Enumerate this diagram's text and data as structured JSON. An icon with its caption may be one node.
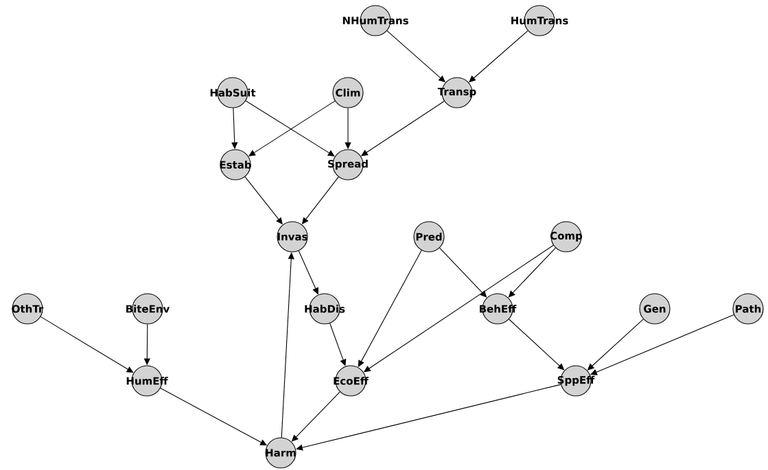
{
  "diagram": {
    "nodes": [
      {
        "text": [
          "NHumTrans"
        ]
      },
      {
        "text": [
          "HumTrans"
        ]
      },
      {
        "text": [
          "HabSuit"
        ]
      },
      {
        "text": [
          "Clim"
        ]
      },
      {
        "text": [
          "Transp"
        ]
      },
      {
        "text": [
          "Estab"
        ]
      },
      {
        "text": [
          "Spread"
        ]
      },
      {
        "text": [
          "Invas"
        ]
      },
      {
        "text": [
          "Pred"
        ]
      },
      {
        "text": [
          "Comp"
        ]
      },
      {
        "text": [
          "OthTr"
        ]
      },
      {
        "text": [
          "BiteEnv"
        ]
      },
      {
        "text": [
          "HabDis"
        ]
      },
      {
        "text": [
          "BehEff"
        ]
      },
      {
        "text": [
          "Gen"
        ]
      },
      {
        "text": [
          "Path"
        ]
      },
      {
        "text": [
          "HumEff"
        ]
      },
      {
        "text": [
          "EcoEff"
        ]
      },
      {
        "text": [
          "SppEff"
        ]
      },
      {
        "text": [
          "Harm"
        ]
      }
    ],
    "edges": [
      {
        "from": 0,
        "to": 4,
        "arrow": "to"
      },
      {
        "from": 1,
        "to": 4,
        "arrow": "to"
      },
      {
        "from": 2,
        "to": 5,
        "arrow": "to"
      },
      {
        "from": 2,
        "to": 6,
        "arrow": "to"
      },
      {
        "from": 3,
        "to": 5,
        "arrow": "to"
      },
      {
        "from": 3,
        "to": 6,
        "arrow": "to"
      },
      {
        "from": 4,
        "to": 6,
        "arrow": "to"
      },
      {
        "from": 5,
        "to": 7,
        "arrow": "to"
      },
      {
        "from": 6,
        "to": 7,
        "arrow": "to"
      },
      {
        "from": 7,
        "to": 12,
        "arrow": "to"
      },
      {
        "from": 8,
        "to": 17,
        "arrow": "to"
      },
      {
        "from": 8,
        "to": 13,
        "arrow": "to"
      },
      {
        "from": 9,
        "to": 17,
        "arrow": "to"
      },
      {
        "from": 9,
        "to": 13,
        "arrow": "to"
      },
      {
        "from": 12,
        "to": 17,
        "arrow": "to"
      },
      {
        "from": 13,
        "to": 18,
        "arrow": "to"
      },
      {
        "from": 14,
        "to": 18,
        "arrow": "to"
      },
      {
        "from": 15,
        "to": 18,
        "arrow": "to"
      },
      {
        "from": 10,
        "to": 16,
        "arrow": "to"
      },
      {
        "from": 11,
        "to": 16,
        "arrow": "to"
      },
      {
        "from": 16,
        "to": 19,
        "arrow": "to"
      },
      {
        "from": 17,
        "to": 19,
        "arrow": "to"
      },
      {
        "from": 18,
        "to": 19,
        "arrow": "to"
      },
      {
        "from": 19,
        "to": 7,
        "arrow": "to"
      }
    ]
  }
}
